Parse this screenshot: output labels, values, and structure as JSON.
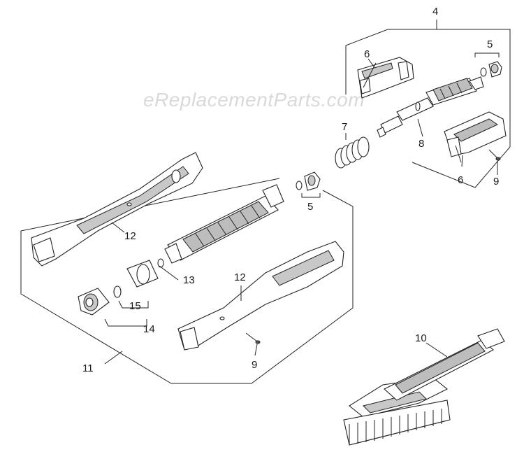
{
  "watermark": "eReplacementParts.com",
  "callouts": {
    "p4": "4",
    "p5_top": "5",
    "p6_top": "6",
    "p7": "7",
    "p8": "8",
    "p6_bottom": "6",
    "p9_right": "9",
    "p5_mid": "5",
    "p12_left": "12",
    "p13": "13",
    "p12_mid": "12",
    "p15": "15",
    "p14": "14",
    "p11": "11",
    "p9_bottom": "9",
    "p10": "10"
  }
}
